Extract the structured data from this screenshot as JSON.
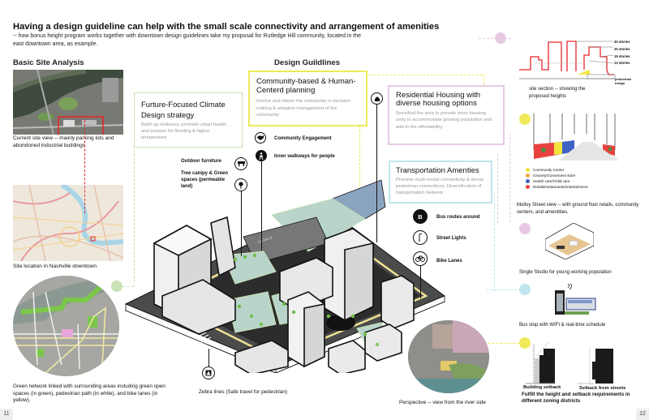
{
  "header": {
    "title": "Having a design guideline can help with the small scale connectivity and arrangement of amenities",
    "subtitle": "-- how bonus height program works together with downtown design guidelines take my proposal for Rutledge Hill community, located in the east downtown area, as example."
  },
  "left": {
    "heading": "Basic Site Analysis",
    "aerial_caption": "Current site view -- mainly parking lots and abondoned industrial buildings",
    "map_caption": "Site location in Nashville downtown",
    "green_caption": "Green network linked with surrounding areas including green open spaces (in green), pedestrian path (in white), and bike lanes (in yellow).",
    "page_number": "11"
  },
  "center": {
    "heading": "Design Guildlines",
    "climate": {
      "title": "Furture-Focused Climate Design strategy",
      "desc": "Build up resiliency, promote urban health, and prepare for flooding & higher temperature"
    },
    "community": {
      "title": "Community-based & Human-Centerd planning",
      "desc": "Involve and inform the community in decision making & adaptive management of the community"
    },
    "housing": {
      "title": "Residential Housing with diverse housing options",
      "desc": "Densified the area to provide more housing units to accommodate growing population and add to the affordability."
    },
    "transport": {
      "title": "Transportation Amenties",
      "desc": "Promote multi-modal connectivity & dense pedestrian connections. Diversification of transportation Network"
    },
    "labels": {
      "community_engagement": "Community Engagement",
      "inner_walkways": "Inner walkways for people",
      "outdoor_furniture": "Outdoor furniture",
      "tree_canopy": "Tree canipy & Green spaces (permeable land)",
      "bus_routes": "Bus routes around",
      "street_lights": "Street Lights",
      "bike_lanes": "Bike Lanes",
      "zebra": "Zebra lines (Safe travel for pedestrian)",
      "perspective": "Perspective -- view from the river side",
      "street_1st": "1st Ave S",
      "street_3rd": "3rd Ave S",
      "bus_glyph": "B"
    }
  },
  "right": {
    "section_caption": "site section -- showing the proposed heights",
    "heights": [
      "30 stories",
      "25 stories",
      "15 stories",
      "13 stories"
    ],
    "bridge_label": "pedestrian bridge",
    "legend": [
      {
        "label": "Community Center",
        "color": "#f2e33c"
      },
      {
        "label": "Grocery/Convenient store",
        "color": "#f0a640"
      },
      {
        "label": "Health care/Child care",
        "color": "#3f62c4"
      },
      {
        "label": "Retails/restaurants/entertainment",
        "color": "#e8423f"
      }
    ],
    "molloy_caption": "Molloy Street view -- with ground floor retails, community centers, and amentities.",
    "studio_caption": "Single Studio for young working population",
    "busstop_caption": "Bus stop with WIFI & real-time schedule",
    "setback_label": "Building setback",
    "street_setback_label": "Setback from streets",
    "setback_caption": "Fulfill the height and setback requirements in different zoning districts",
    "page_number": "12"
  },
  "colors": {
    "green": "#c9e2b6",
    "yellow": "#eeea5a",
    "pink": "#e8c9e4",
    "cyan": "#bfe6ee",
    "red": "#e8423f"
  }
}
